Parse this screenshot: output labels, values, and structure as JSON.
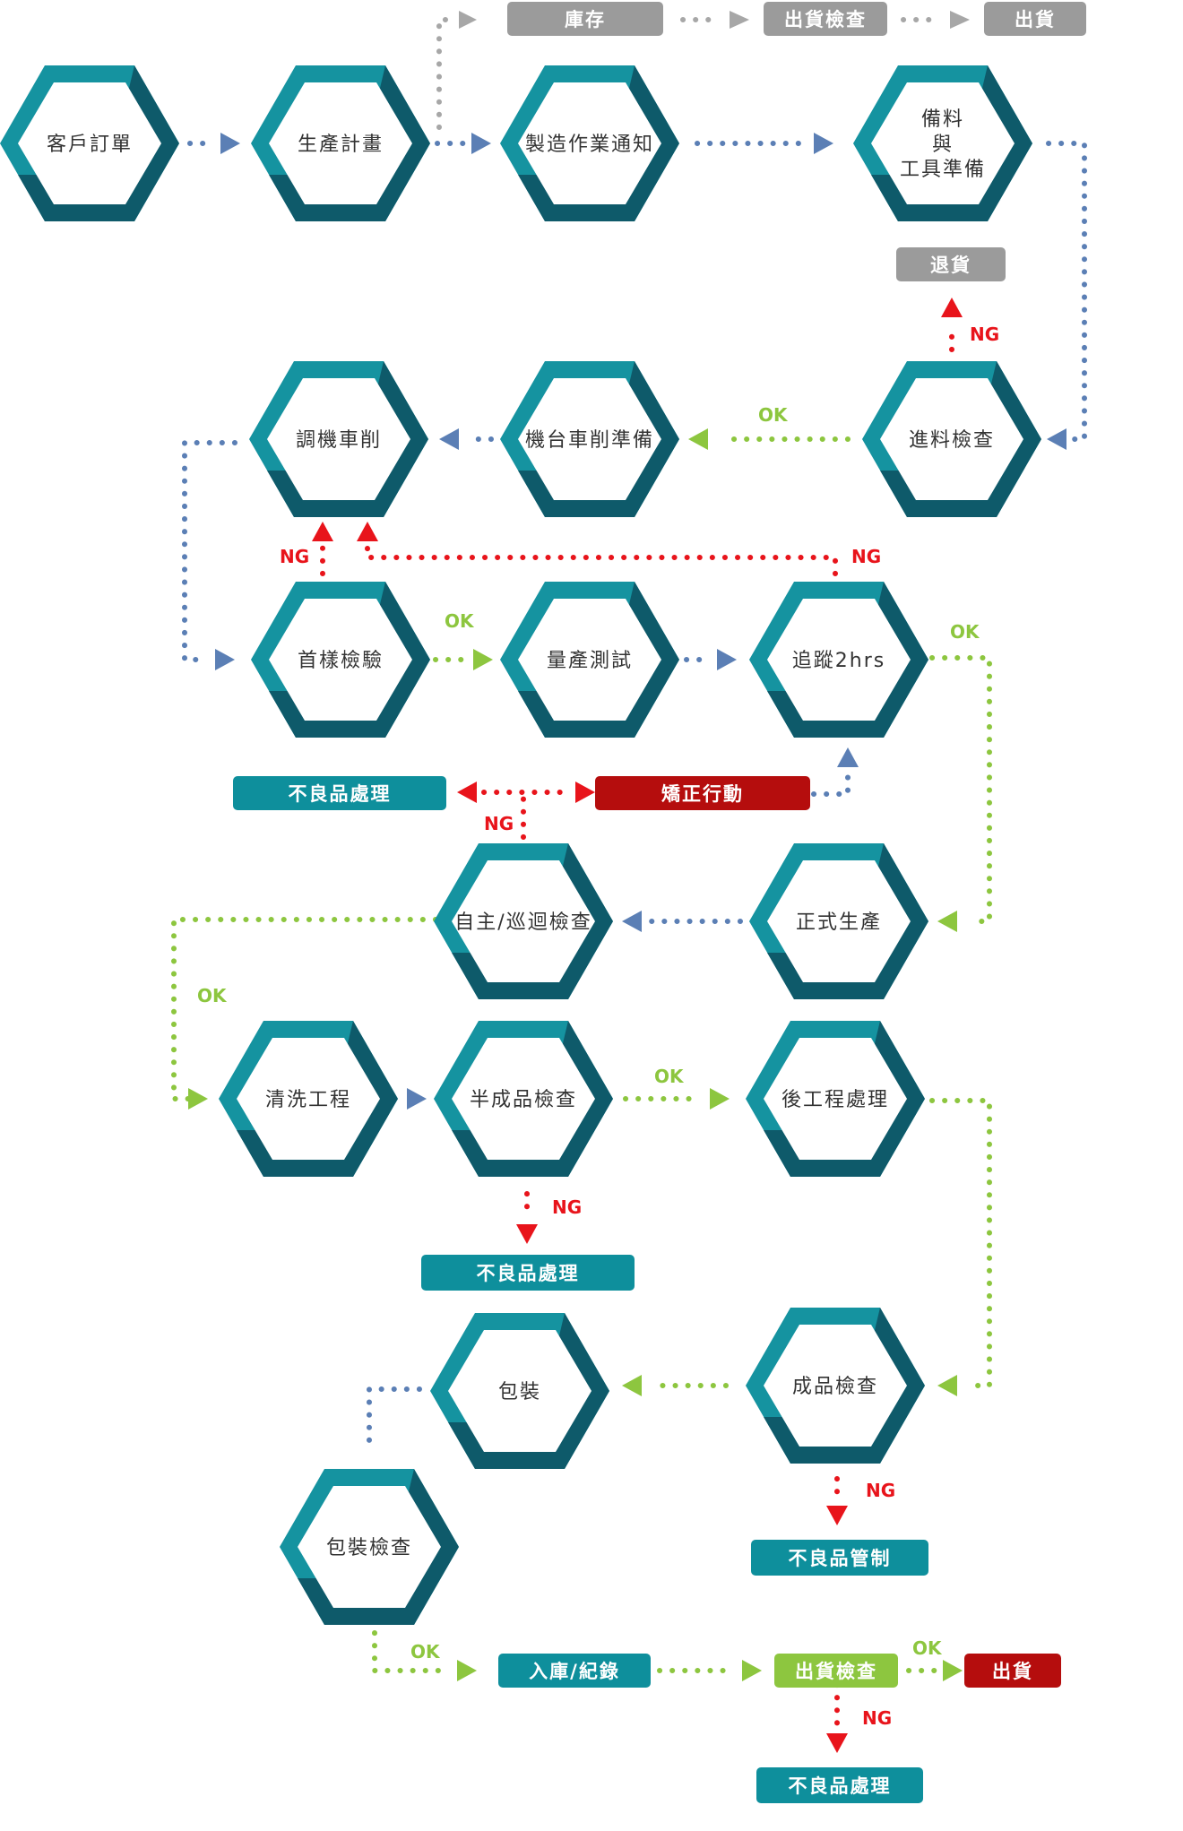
{
  "colors": {
    "hex_outer": "#1593a0",
    "hex_shadow": "#0e5a6a",
    "box_teal": "#0e8f9c",
    "box_gray": "#9b9b9b",
    "box_red": "#b50d0d",
    "box_green": "#8dc63f",
    "flow_blue": "#5b7fb5",
    "flow_green": "#8dc63f",
    "flow_red": "#e8141b",
    "flow_gray": "#a7a7a7"
  },
  "nodes": {
    "customer_order": "客戶訂單",
    "production_plan": "生產計畫",
    "work_order": "製造作業通知",
    "materials_1": "備料",
    "materials_2": "與",
    "materials_3": "工具準備",
    "incoming_inspection": "進料檢查",
    "machine_prep": "機台車削準備",
    "machine_adjust": "調機車削",
    "first_article": "首樣檢驗",
    "mass_test": "量產測試",
    "tracking": "追蹤2hrs",
    "formal_production": "正式生產",
    "patrol_inspection": "自主/巡迴檢查",
    "cleaning": "清洗工程",
    "semi_inspection": "半成品檢查",
    "post_process": "後工程處理",
    "final_inspection": "成品檢查",
    "packing": "包裝",
    "packing_inspection": "包裝檢查"
  },
  "boxes": {
    "inventory": "庫存",
    "ship_check_top": "出貨檢查",
    "ship_top": "出貨",
    "return": "退貨",
    "defect_handling_1": "不良品處理",
    "corrective_action": "矯正行動",
    "defect_handling_2": "不良品處理",
    "defect_control": "不良品管制",
    "storage": "入庫/紀錄",
    "ship_check_bottom": "出貨檢查",
    "ship_bottom": "出貨",
    "defect_handling_3": "不良品處理"
  },
  "tags": {
    "ok": "OK",
    "ng": "NG"
  }
}
